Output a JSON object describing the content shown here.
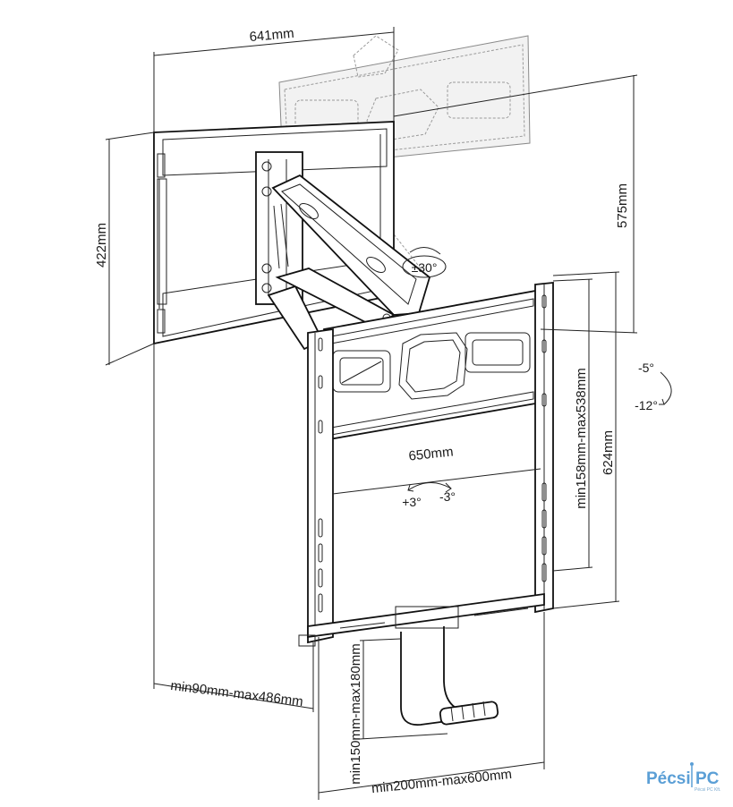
{
  "dimensions": {
    "width_641": "641mm",
    "height_422": "422mm",
    "height_575": "575mm",
    "width_650": "650mm",
    "vertical_624": "624mm",
    "vertical_range_158_538": "min158mm-max538mm",
    "depth_range": "min90mm-max486mm",
    "handle_range": "min150mm-max180mm",
    "bottom_width_range": "min200mm-max600mm"
  },
  "angles": {
    "swivel": "±30°",
    "tilt_up": "-5°",
    "tilt_down": "-12°",
    "level_plus": "+3°",
    "level_minus": "-3°"
  },
  "brand": {
    "name_left": "Pécsi",
    "name_right": "PC",
    "tagline": "Pécsi PC Kft."
  },
  "colors": {
    "line": "#222222",
    "ghost": "#9a9a9a",
    "brand": "#5b9fd6"
  }
}
